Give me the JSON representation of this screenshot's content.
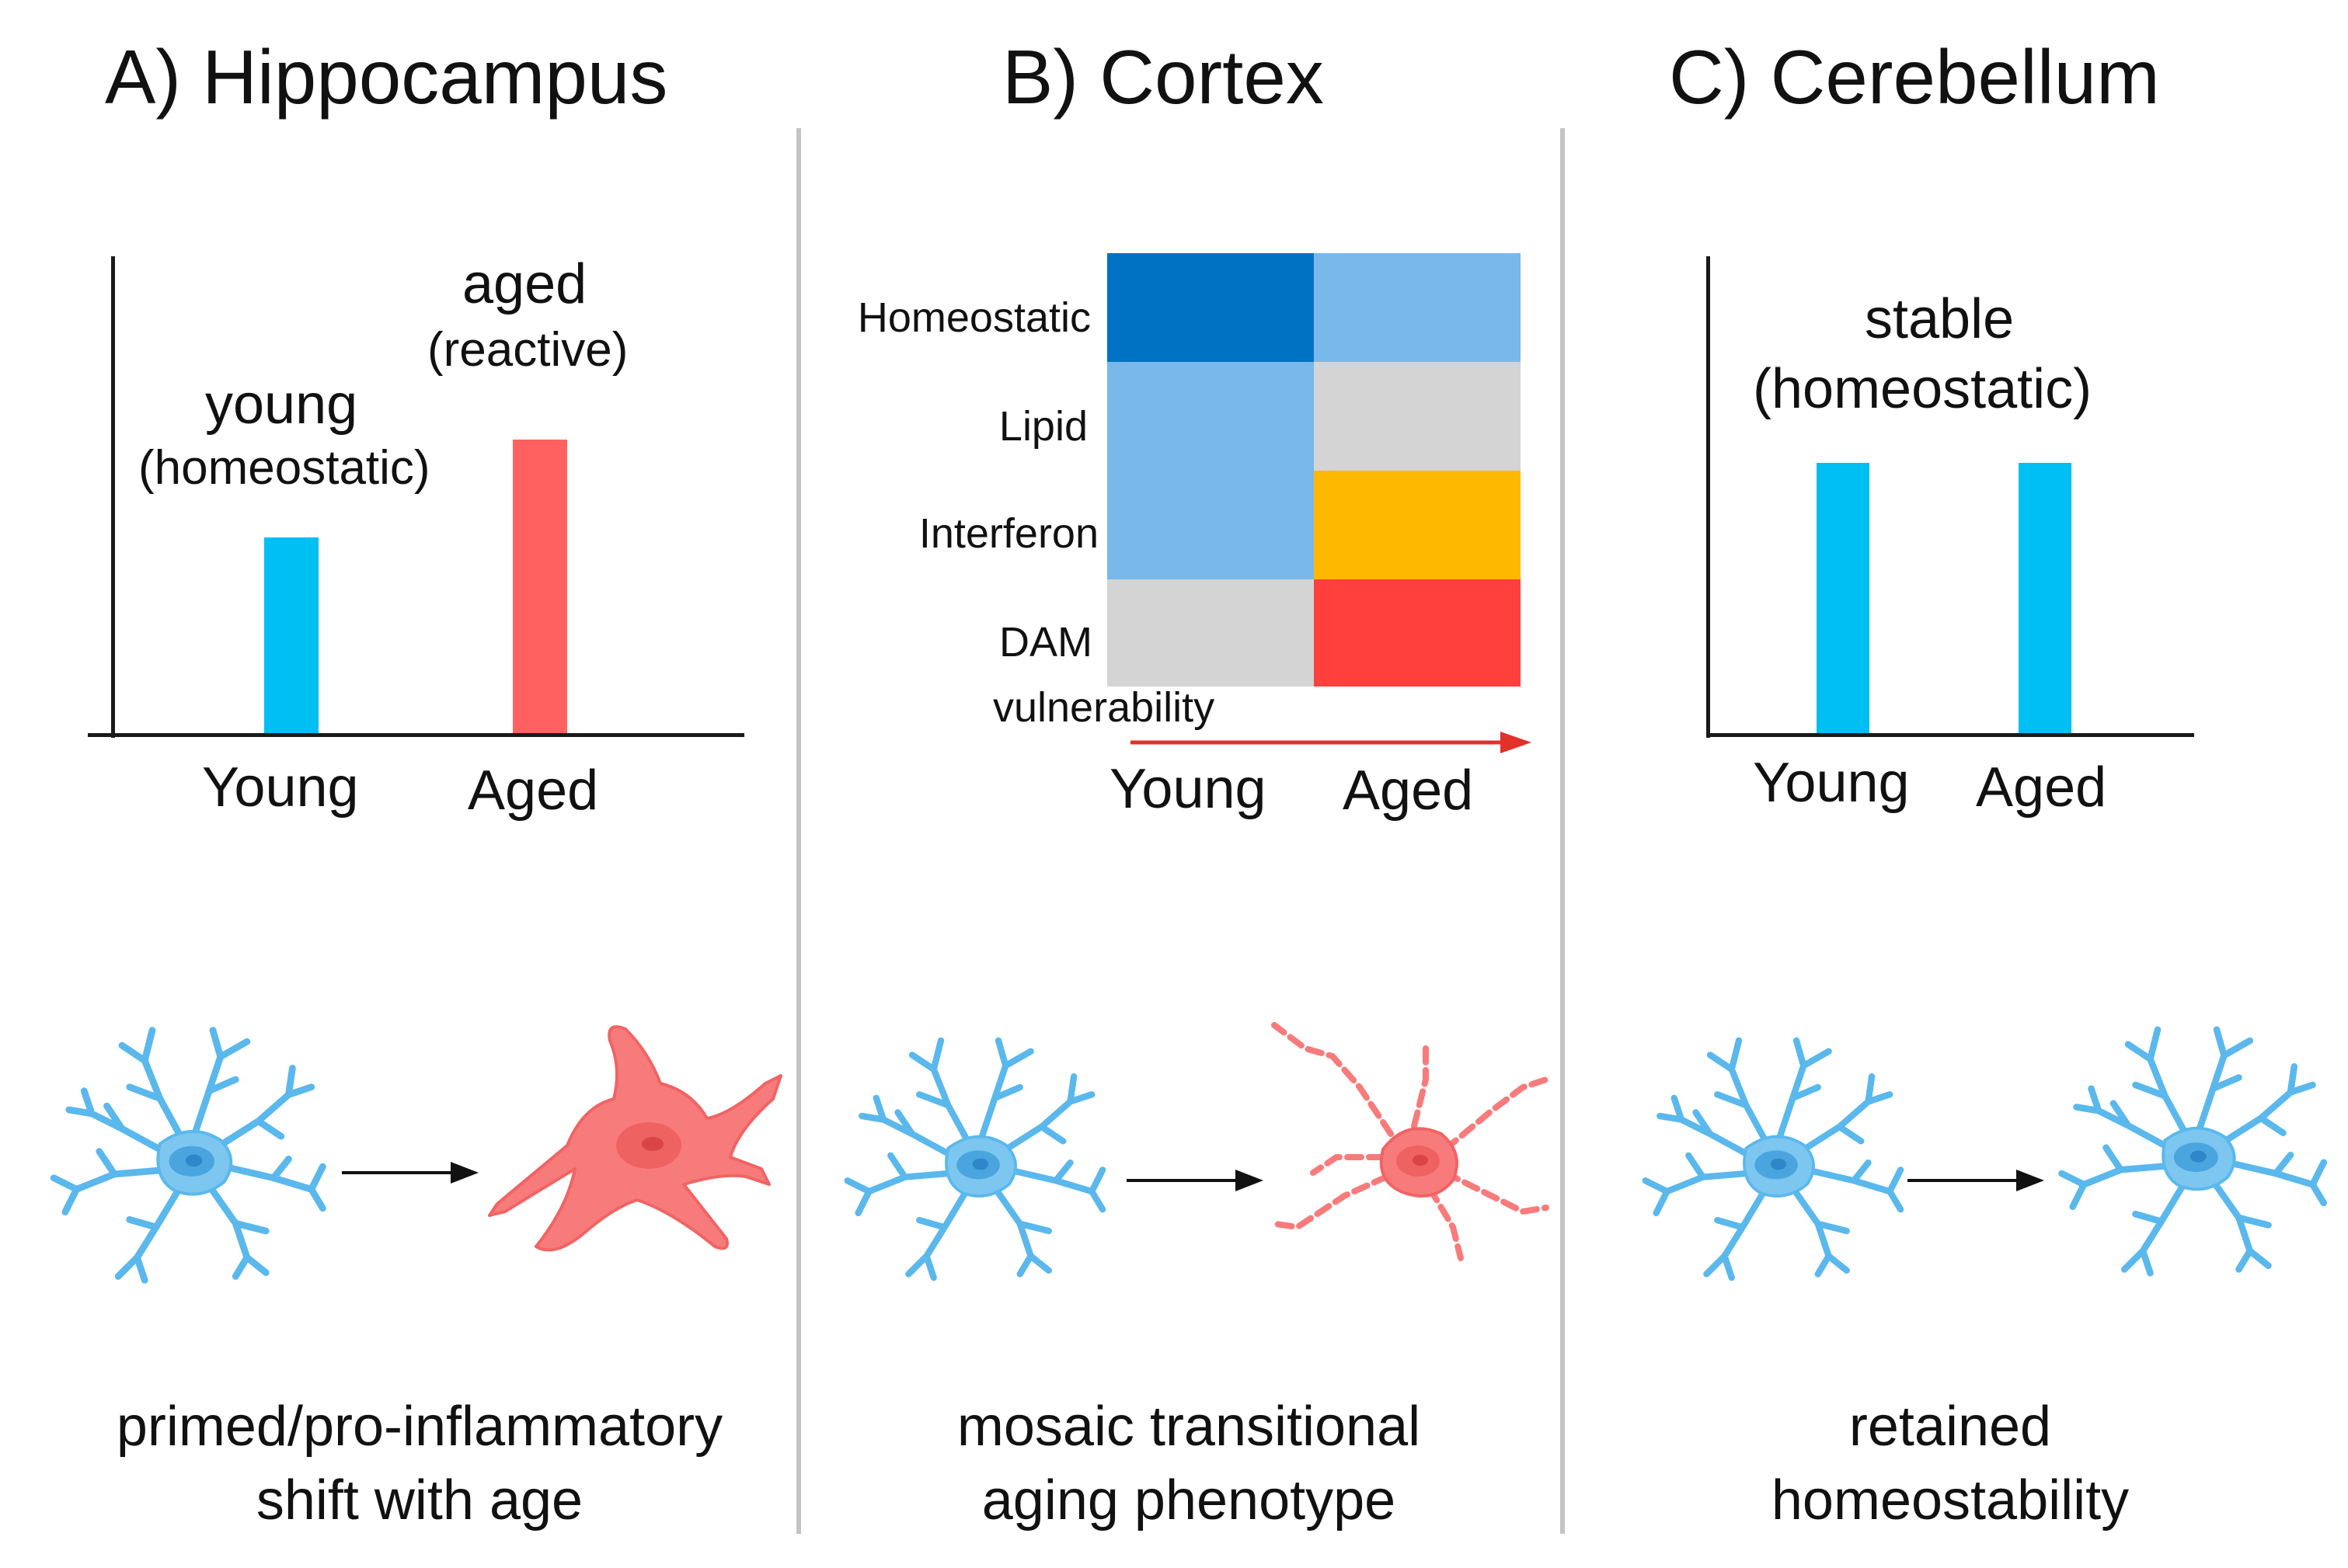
{
  "panels": {
    "a": {
      "title": "A) Hippocampus",
      "young_label": "young",
      "young_sub": "(homeostatic)",
      "aged_label": "aged",
      "aged_sub": "(reactive)",
      "x_young": "Young",
      "x_aged": "Aged",
      "caption_line1": "primed/pro-inflammatory",
      "caption_line2": "shift with age"
    },
    "b": {
      "title": "B) Cortex",
      "rows": [
        "Homeostatic",
        "Lipid",
        "Interferon",
        "DAM"
      ],
      "vulnerability": "vulnerability",
      "x_young": "Young",
      "x_aged": "Aged",
      "caption_line1": "mosaic transitional",
      "caption_line2": "aging phenotype"
    },
    "c": {
      "title": "C) Cerebellum",
      "stable_label": "stable",
      "stable_sub": "(homeostatic)",
      "x_young": "Young",
      "x_aged": "Aged",
      "caption_line1": "retained",
      "caption_line2": "homeostability"
    }
  },
  "chart_data": [
    {
      "type": "bar",
      "panel": "A) Hippocampus",
      "categories": [
        "Young",
        "Aged"
      ],
      "values": [
        0.42,
        0.63
      ],
      "colors": [
        "#00bff3",
        "#ff6161"
      ],
      "ylim": [
        0,
        1
      ],
      "annotations": [
        "young (homeostatic)",
        "aged (reactive)"
      ]
    },
    {
      "type": "heatmap",
      "panel": "B) Cortex",
      "columns": [
        "Young",
        "Aged"
      ],
      "rows": [
        "Homeostatic",
        "Lipid",
        "Interferon",
        "DAM"
      ],
      "cell_colors": [
        [
          "#0072c3",
          "#79b8ea"
        ],
        [
          "#79b8ea",
          "#d4d4d4"
        ],
        [
          "#79b8ea",
          "#ffb800"
        ],
        [
          "#d4d4d4",
          "#ff403c"
        ]
      ],
      "annotation": "vulnerability"
    },
    {
      "type": "bar",
      "panel": "C) Cerebellum",
      "categories": [
        "Young",
        "Aged"
      ],
      "values": [
        0.58,
        0.58
      ],
      "colors": [
        "#00bff3",
        "#00bff3"
      ],
      "ylim": [
        0,
        1
      ],
      "annotations": [
        "stable (homeostatic)"
      ]
    }
  ],
  "colors": {
    "homeostatic_blue": "#00bff3",
    "reactive_red": "#ff6161",
    "microglia_blue": "#5ab8ec",
    "microglia_red": "#f87b7b",
    "vulnerability_arrow": "#e0312b"
  },
  "icons": {
    "homeostatic_cell": "ramified-microglia-icon",
    "reactive_cell": "amoeboid-microglia-icon",
    "dystrophic_cell": "dystrophic-microglia-icon",
    "transition": "arrow-right-icon"
  }
}
